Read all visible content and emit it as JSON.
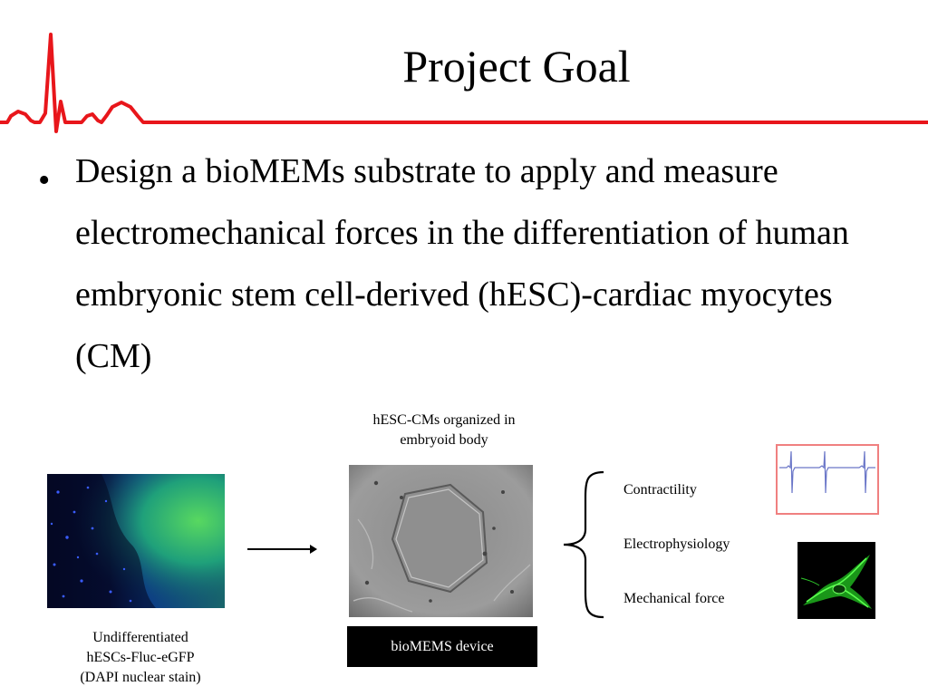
{
  "slide": {
    "title": "Project Goal",
    "bullet_marker": "•",
    "bullet_text": "Design a bioMEMs substrate to apply and measure electromechanical forces in the differentiation of human embryonic stem cell-derived (hESC)-cardiac myocytes (CM)"
  },
  "figure": {
    "hesc_caption_lines": [
      "Undifferentiated",
      "hESCs-Fluc-eGFP",
      "(DAPI nuclear stain)"
    ],
    "ebody_caption_lines": [
      "hESC-CMs organized in",
      "embryoid body"
    ],
    "device_label": "bioMEMS device",
    "measurements": [
      "Contractility",
      "Electrophysiology",
      "Mechanical force"
    ]
  },
  "colors": {
    "accent_red": "#e8161b",
    "ecg_border": "#f08080",
    "ecg_trace": "#6a76c8",
    "fluorescent_green": "#2ee82a",
    "nuclear_blue": "#1c3cff"
  }
}
